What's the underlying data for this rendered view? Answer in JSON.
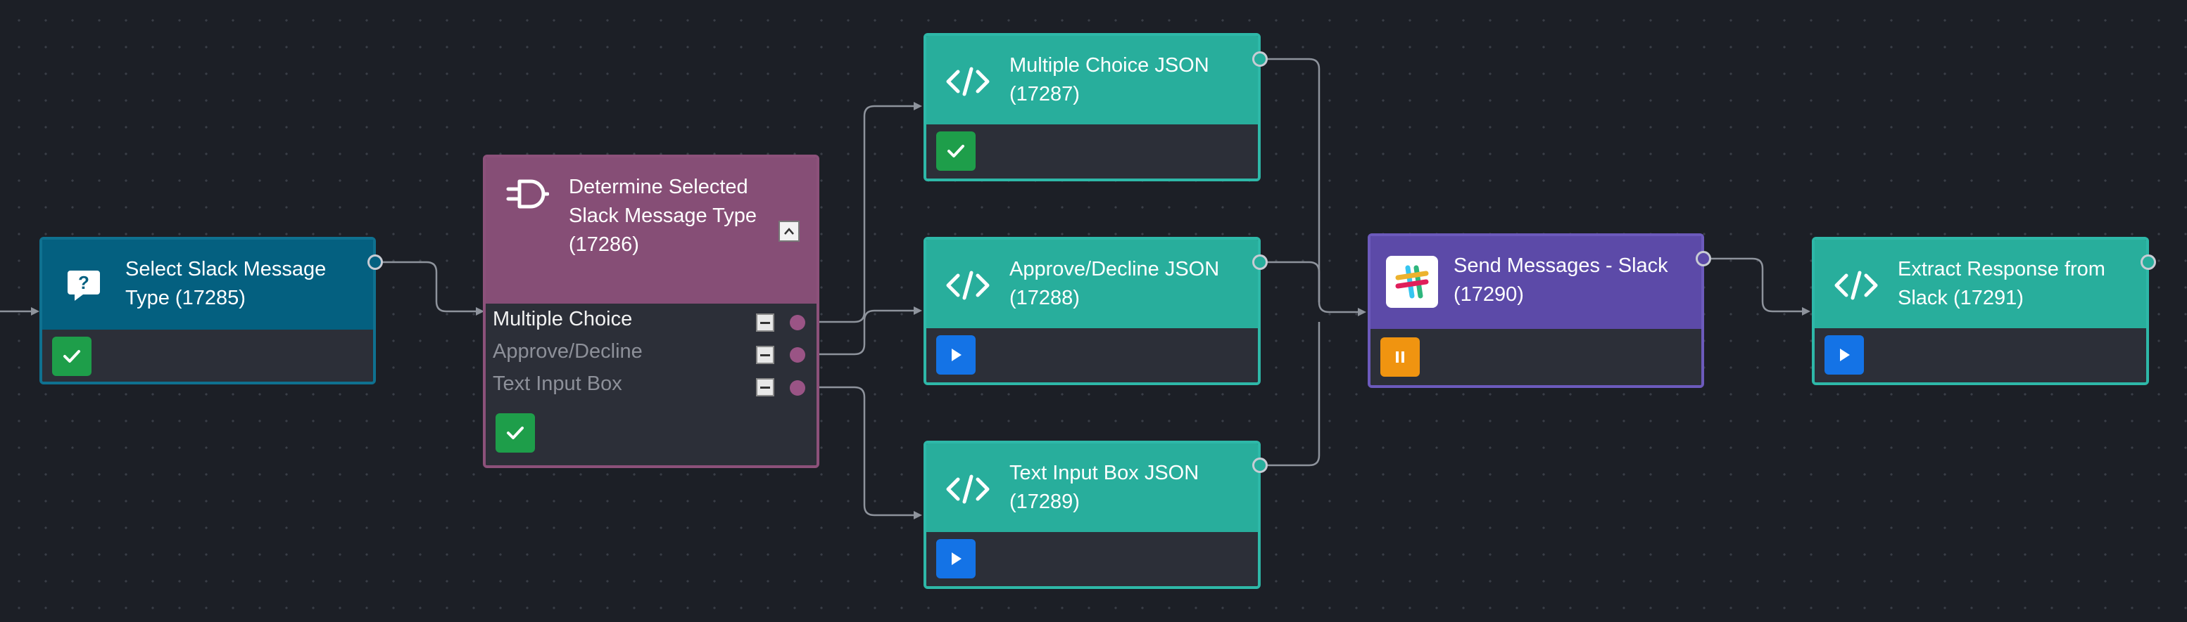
{
  "nodes": {
    "select_slack": {
      "title": "Select Slack Message Type (17285)",
      "status": "success",
      "icon": "question-bubble-icon",
      "color": "#046080"
    },
    "determine": {
      "title": "Determine Selected Slack Message Type (17286)",
      "status": "success",
      "icon": "plug-icon",
      "color": "#864e76",
      "branches": [
        "Multiple Choice",
        "Approve/Decline",
        "Text Input Box"
      ]
    },
    "mc_json": {
      "title": "Multiple Choice JSON (17287)",
      "status": "success",
      "icon": "code-icon",
      "color": "#28ae9c"
    },
    "ad_json": {
      "title": "Approve/Decline JSON (17288)",
      "status": "run",
      "icon": "code-icon",
      "color": "#28ae9c"
    },
    "tib_json": {
      "title": "Text Input Box JSON (17289)",
      "status": "run",
      "icon": "code-icon",
      "color": "#28ae9c"
    },
    "send_slack": {
      "title": "Send Messages - Slack (17290)",
      "status": "pause",
      "icon": "slack-icon",
      "color": "#5c4aa8"
    },
    "extract": {
      "title": "Extract Response from Slack (17291)",
      "status": "run",
      "icon": "code-icon",
      "color": "#28ae9c"
    }
  },
  "colors": {
    "canvas": "#1c1f26",
    "edge": "#8e939c",
    "body": "#2c2f38",
    "success": "#1e9e4a",
    "run": "#1473e6",
    "pause": "#f09410"
  }
}
